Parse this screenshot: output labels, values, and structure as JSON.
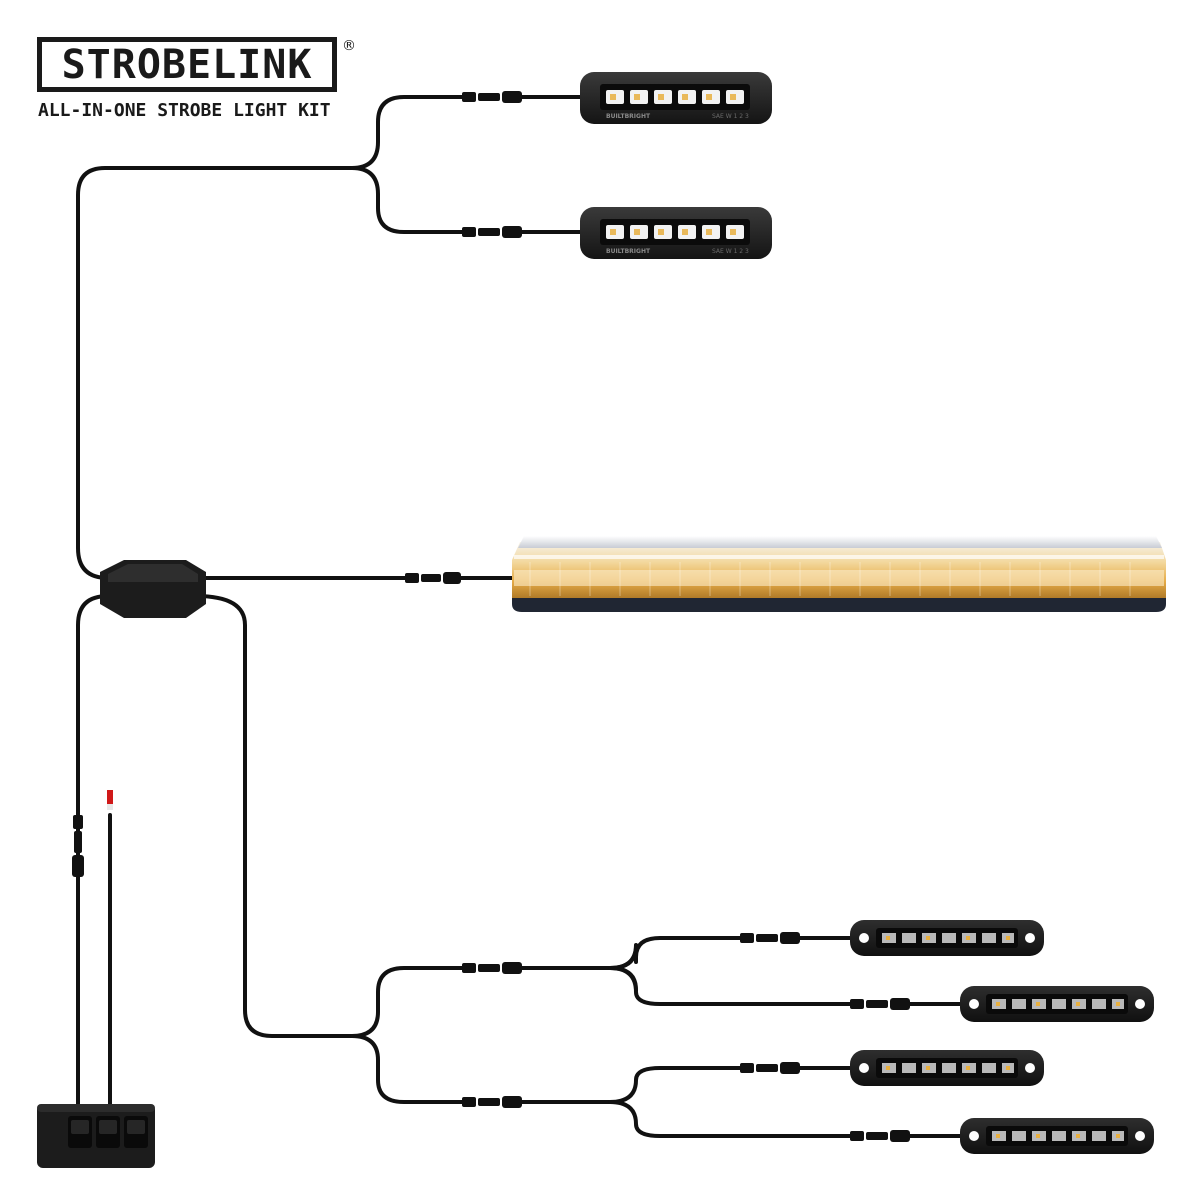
{
  "brand": {
    "name": "STROBELINK",
    "registered_mark": "®",
    "tagline": "ALL-IN-ONE STROBE LIGHT KIT"
  },
  "pod_light": {
    "maker_text": "BUILTBRIGHT",
    "rating_text": "SAE W 1 2 3"
  },
  "colors": {
    "cable": "#111111",
    "housing": "#1c1c1c",
    "amber": "#e8b040",
    "wire_red": "#d01818",
    "wire_white": "#e8e8e8"
  }
}
